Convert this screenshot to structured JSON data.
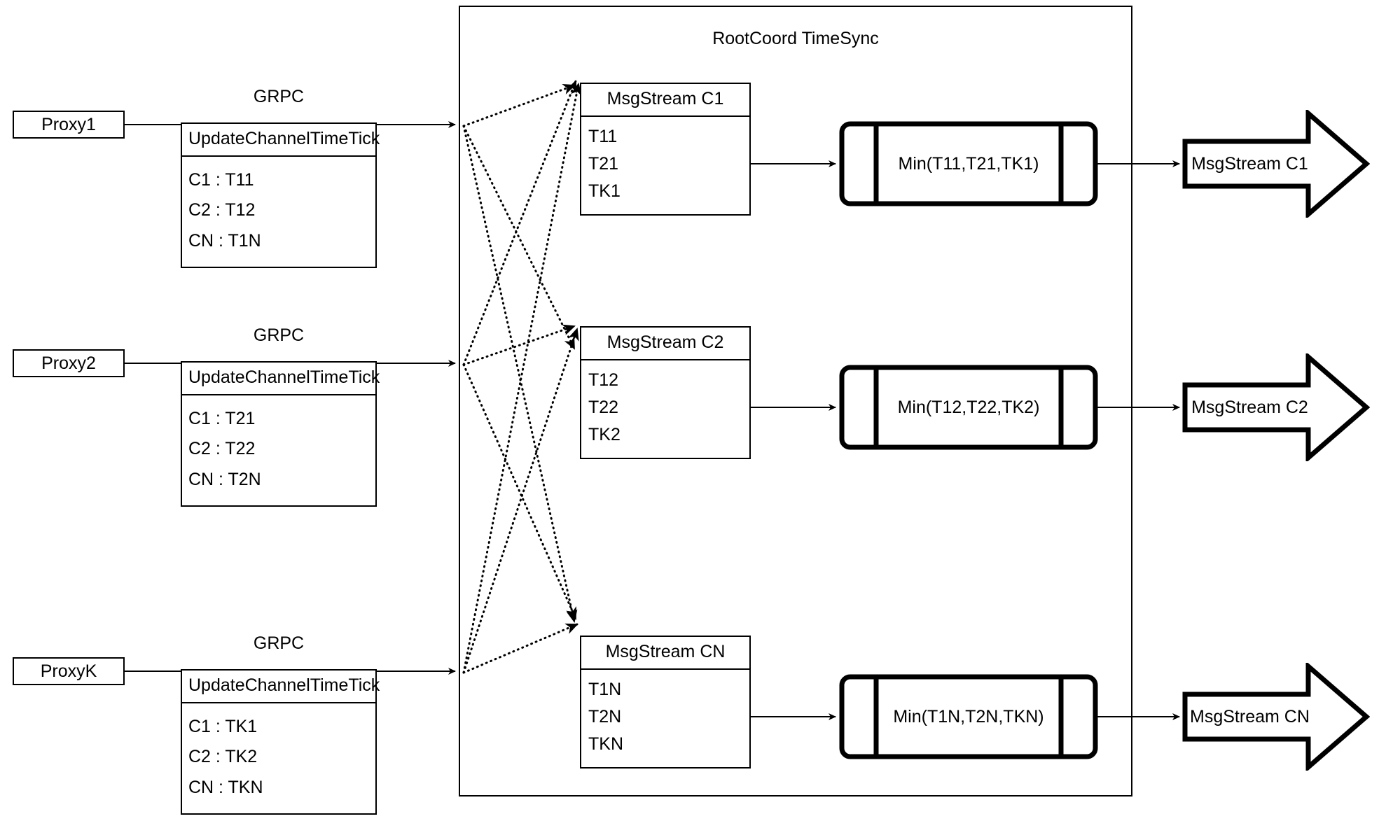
{
  "diagram": {
    "container": {
      "title": "RootCoord TimeSync"
    },
    "proxies": [
      {
        "name": "Proxy1",
        "link_label": "GRPC",
        "message": {
          "title": "UpdateChannelTimeTick",
          "rows": [
            "C1 :  T11",
            "C2 :  T12",
            "CN : T1N"
          ]
        }
      },
      {
        "name": "Proxy2",
        "link_label": "GRPC",
        "message": {
          "title": "UpdateChannelTimeTick",
          "rows": [
            "C1 :  T21",
            "C2 :  T22",
            "CN : T2N"
          ]
        }
      },
      {
        "name": "ProxyK",
        "link_label": "GRPC",
        "message": {
          "title": "UpdateChannelTimeTick",
          "rows": [
            "C1 :  TK1",
            "C2 :  TK2",
            "CN : TKN"
          ]
        }
      }
    ],
    "channels": [
      {
        "stream": {
          "title": "MsgStream C1",
          "rows": [
            "T11",
            "T21",
            "TK1"
          ]
        },
        "min": {
          "label": "Min(T11,T21,TK1)"
        },
        "output": {
          "label": "MsgStream C1"
        }
      },
      {
        "stream": {
          "title": "MsgStream C2",
          "rows": [
            "T12",
            "T22",
            "TK2"
          ]
        },
        "min": {
          "label": "Min(T12,T22,TK2)"
        },
        "output": {
          "label": "MsgStream C2"
        }
      },
      {
        "stream": {
          "title": "MsgStream CN",
          "rows": [
            "T1N",
            "T2N",
            "TKN"
          ]
        },
        "min": {
          "label": "Min(T1N,T2N,TKN)"
        },
        "output": {
          "label": "MsgStream CN"
        }
      }
    ],
    "colors": {
      "stroke": "#000000",
      "background": "#ffffff"
    }
  }
}
